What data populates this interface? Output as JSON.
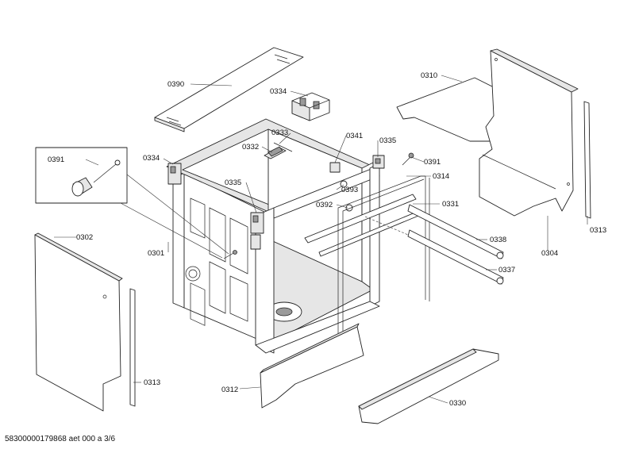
{
  "parts": {
    "p0390": "0390",
    "p0334a": "0334",
    "p0334b": "0334",
    "p0333": "0333",
    "p0332": "0332",
    "p0341": "0341",
    "p0335a": "0335",
    "p0335b": "0335",
    "p0391a": "0391",
    "p0391b": "0391",
    "p0393": "0393",
    "p0392": "0392",
    "p0314": "0314",
    "p0331": "0331",
    "p0310": "0310",
    "p0338": "0338",
    "p0337": "0337",
    "p0304": "0304",
    "p0313a": "0313",
    "p0313b": "0313",
    "p0302": "0302",
    "p0301": "0301",
    "p0312": "0312",
    "p0330": "0330"
  },
  "footer": {
    "doc_id": "58300000179868 aet 000 a 3/6"
  }
}
